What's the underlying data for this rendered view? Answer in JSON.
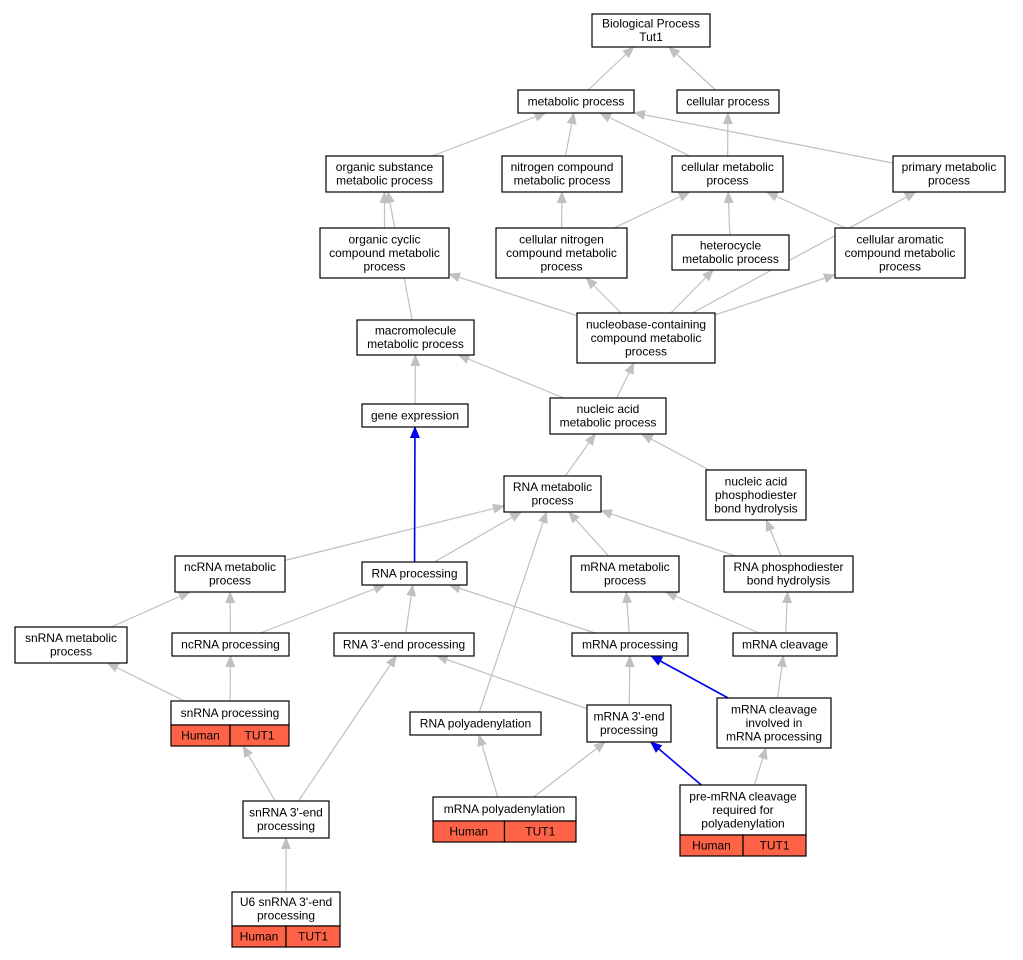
{
  "colors": {
    "edge_gray": "#c0c0c0",
    "edge_blue": "#0000ee",
    "annotation_fill": "#ff6347",
    "node_fill": "#ffffff",
    "node_stroke": "#000000"
  },
  "nodes": [
    {
      "id": "biological-process",
      "lines": [
        "Biological Process",
        "Tut1"
      ]
    },
    {
      "id": "metabolic-process",
      "lines": [
        "metabolic process"
      ]
    },
    {
      "id": "cellular-process",
      "lines": [
        "cellular process"
      ]
    },
    {
      "id": "organic-substance-metabolic-process",
      "lines": [
        "organic substance",
        "metabolic process"
      ]
    },
    {
      "id": "nitrogen-compound-metabolic-process",
      "lines": [
        "nitrogen compound",
        "metabolic process"
      ]
    },
    {
      "id": "cellular-metabolic-process",
      "lines": [
        "cellular metabolic",
        "process"
      ]
    },
    {
      "id": "primary-metabolic-process",
      "lines": [
        "primary metabolic",
        "process"
      ]
    },
    {
      "id": "organic-cyclic-compound-metabolic-process",
      "lines": [
        "organic cyclic",
        "compound metabolic",
        "process"
      ]
    },
    {
      "id": "cellular-nitrogen-compound-metabolic-process",
      "lines": [
        "cellular nitrogen",
        "compound metabolic",
        "process"
      ]
    },
    {
      "id": "heterocycle-metabolic-process",
      "lines": [
        "heterocycle",
        "metabolic process"
      ]
    },
    {
      "id": "cellular-aromatic-compound-metabolic-process",
      "lines": [
        "cellular aromatic",
        "compound metabolic",
        "process"
      ]
    },
    {
      "id": "macromolecule-metabolic-process",
      "lines": [
        "macromolecule",
        "metabolic process"
      ]
    },
    {
      "id": "nucleobase-containing-compound-metabolic-process",
      "lines": [
        "nucleobase-containing",
        "compound metabolic",
        "process"
      ]
    },
    {
      "id": "gene-expression",
      "lines": [
        "gene expression"
      ]
    },
    {
      "id": "nucleic-acid-metabolic-process",
      "lines": [
        "nucleic acid",
        "metabolic process"
      ]
    },
    {
      "id": "rna-metabolic-process",
      "lines": [
        "RNA metabolic",
        "process"
      ]
    },
    {
      "id": "nucleic-acid-phosphodiester-bond-hydrolysis",
      "lines": [
        "nucleic acid",
        "phosphodiester",
        "bond hydrolysis"
      ]
    },
    {
      "id": "ncrna-metabolic-process",
      "lines": [
        "ncRNA metabolic",
        "process"
      ]
    },
    {
      "id": "rna-processing",
      "lines": [
        "RNA processing"
      ]
    },
    {
      "id": "mrna-metabolic-process",
      "lines": [
        "mRNA metabolic",
        "process"
      ]
    },
    {
      "id": "rna-phosphodiester-bond-hydrolysis",
      "lines": [
        "RNA phosphodiester",
        "bond hydrolysis"
      ]
    },
    {
      "id": "snrna-metabolic-process",
      "lines": [
        "snRNA metabolic",
        "process"
      ]
    },
    {
      "id": "ncrna-processing",
      "lines": [
        "ncRNA processing"
      ]
    },
    {
      "id": "rna-3-end-processing",
      "lines": [
        "RNA 3'-end processing"
      ]
    },
    {
      "id": "mrna-processing",
      "lines": [
        "mRNA processing"
      ]
    },
    {
      "id": "mrna-cleavage",
      "lines": [
        "mRNA cleavage"
      ]
    },
    {
      "id": "snrna-processing",
      "lines": [
        "snRNA processing"
      ],
      "annotation": [
        "Human",
        "TUT1"
      ]
    },
    {
      "id": "rna-polyadenylation",
      "lines": [
        "RNA polyadenylation"
      ]
    },
    {
      "id": "mrna-3-end-processing",
      "lines": [
        "mRNA 3'-end",
        "processing"
      ]
    },
    {
      "id": "mrna-cleavage-involved-in-mrna-processing",
      "lines": [
        "mRNA cleavage",
        "involved in",
        "mRNA processing"
      ]
    },
    {
      "id": "snrna-3-end-processing",
      "lines": [
        "snRNA 3'-end",
        "processing"
      ]
    },
    {
      "id": "mrna-polyadenylation",
      "lines": [
        "mRNA polyadenylation"
      ],
      "annotation": [
        "Human",
        "TUT1"
      ]
    },
    {
      "id": "pre-mrna-cleavage-required-for-polyadenylation",
      "lines": [
        "pre-mRNA cleavage",
        "required for",
        "polyadenylation"
      ],
      "annotation": [
        "Human",
        "TUT1"
      ]
    },
    {
      "id": "u6-snrna-3-end-processing",
      "lines": [
        "U6 snRNA 3'-end",
        "processing"
      ],
      "annotation": [
        "Human",
        "TUT1"
      ]
    }
  ],
  "edges": [
    {
      "from": "metabolic-process",
      "to": "biological-process",
      "color": "gray"
    },
    {
      "from": "cellular-process",
      "to": "biological-process",
      "color": "gray"
    },
    {
      "from": "organic-substance-metabolic-process",
      "to": "metabolic-process",
      "color": "gray"
    },
    {
      "from": "nitrogen-compound-metabolic-process",
      "to": "metabolic-process",
      "color": "gray"
    },
    {
      "from": "cellular-metabolic-process",
      "to": "metabolic-process",
      "color": "gray"
    },
    {
      "from": "cellular-metabolic-process",
      "to": "cellular-process",
      "color": "gray"
    },
    {
      "from": "primary-metabolic-process",
      "to": "metabolic-process",
      "color": "gray"
    },
    {
      "from": "organic-cyclic-compound-metabolic-process",
      "to": "organic-substance-metabolic-process",
      "color": "gray"
    },
    {
      "from": "cellular-nitrogen-compound-metabolic-process",
      "to": "nitrogen-compound-metabolic-process",
      "color": "gray"
    },
    {
      "from": "cellular-nitrogen-compound-metabolic-process",
      "to": "cellular-metabolic-process",
      "color": "gray"
    },
    {
      "from": "heterocycle-metabolic-process",
      "to": "cellular-metabolic-process",
      "color": "gray"
    },
    {
      "from": "cellular-aromatic-compound-metabolic-process",
      "to": "cellular-metabolic-process",
      "color": "gray"
    },
    {
      "from": "macromolecule-metabolic-process",
      "to": "organic-substance-metabolic-process",
      "color": "gray"
    },
    {
      "from": "nucleobase-containing-compound-metabolic-process",
      "to": "organic-cyclic-compound-metabolic-process",
      "color": "gray"
    },
    {
      "from": "nucleobase-containing-compound-metabolic-process",
      "to": "cellular-nitrogen-compound-metabolic-process",
      "color": "gray"
    },
    {
      "from": "nucleobase-containing-compound-metabolic-process",
      "to": "heterocycle-metabolic-process",
      "color": "gray"
    },
    {
      "from": "nucleobase-containing-compound-metabolic-process",
      "to": "cellular-aromatic-compound-metabolic-process",
      "color": "gray"
    },
    {
      "from": "nucleobase-containing-compound-metabolic-process",
      "to": "primary-metabolic-process",
      "color": "gray"
    },
    {
      "from": "gene-expression",
      "to": "macromolecule-metabolic-process",
      "color": "gray"
    },
    {
      "from": "nucleic-acid-metabolic-process",
      "to": "macromolecule-metabolic-process",
      "color": "gray"
    },
    {
      "from": "nucleic-acid-metabolic-process",
      "to": "nucleobase-containing-compound-metabolic-process",
      "color": "gray"
    },
    {
      "from": "rna-metabolic-process",
      "to": "nucleic-acid-metabolic-process",
      "color": "gray"
    },
    {
      "from": "nucleic-acid-phosphodiester-bond-hydrolysis",
      "to": "nucleic-acid-metabolic-process",
      "color": "gray"
    },
    {
      "from": "ncrna-metabolic-process",
      "to": "rna-metabolic-process",
      "color": "gray"
    },
    {
      "from": "rna-processing",
      "to": "rna-metabolic-process",
      "color": "gray"
    },
    {
      "from": "rna-processing",
      "to": "gene-expression",
      "color": "blue"
    },
    {
      "from": "mrna-metabolic-process",
      "to": "rna-metabolic-process",
      "color": "gray"
    },
    {
      "from": "rna-phosphodiester-bond-hydrolysis",
      "to": "rna-metabolic-process",
      "color": "gray"
    },
    {
      "from": "rna-phosphodiester-bond-hydrolysis",
      "to": "nucleic-acid-phosphodiester-bond-hydrolysis",
      "color": "gray"
    },
    {
      "from": "rna-polyadenylation",
      "to": "rna-metabolic-process",
      "color": "gray"
    },
    {
      "from": "snrna-metabolic-process",
      "to": "ncrna-metabolic-process",
      "color": "gray"
    },
    {
      "from": "ncrna-processing",
      "to": "ncrna-metabolic-process",
      "color": "gray"
    },
    {
      "from": "ncrna-processing",
      "to": "rna-processing",
      "color": "gray"
    },
    {
      "from": "rna-3-end-processing",
      "to": "rna-processing",
      "color": "gray"
    },
    {
      "from": "mrna-processing",
      "to": "rna-processing",
      "color": "gray"
    },
    {
      "from": "mrna-processing",
      "to": "mrna-metabolic-process",
      "color": "gray"
    },
    {
      "from": "mrna-cleavage",
      "to": "mrna-metabolic-process",
      "color": "gray"
    },
    {
      "from": "mrna-cleavage",
      "to": "rna-phosphodiester-bond-hydrolysis",
      "color": "gray"
    },
    {
      "from": "snrna-processing",
      "to": "snrna-metabolic-process",
      "color": "gray"
    },
    {
      "from": "snrna-processing",
      "to": "ncrna-processing",
      "color": "gray"
    },
    {
      "from": "mrna-3-end-processing",
      "to": "rna-3-end-processing",
      "color": "gray"
    },
    {
      "from": "mrna-3-end-processing",
      "to": "mrna-processing",
      "color": "gray"
    },
    {
      "from": "mrna-cleavage-involved-in-mrna-processing",
      "to": "mrna-processing",
      "color": "blue"
    },
    {
      "from": "mrna-cleavage-involved-in-mrna-processing",
      "to": "mrna-cleavage",
      "color": "gray"
    },
    {
      "from": "snrna-3-end-processing",
      "to": "snrna-processing",
      "color": "gray"
    },
    {
      "from": "snrna-3-end-processing",
      "to": "rna-3-end-processing",
      "color": "gray"
    },
    {
      "from": "mrna-polyadenylation",
      "to": "rna-polyadenylation",
      "color": "gray"
    },
    {
      "from": "mrna-polyadenylation",
      "to": "mrna-3-end-processing",
      "color": "gray"
    },
    {
      "from": "pre-mrna-cleavage-required-for-polyadenylation",
      "to": "mrna-3-end-processing",
      "color": "blue"
    },
    {
      "from": "pre-mrna-cleavage-required-for-polyadenylation",
      "to": "mrna-cleavage-involved-in-mrna-processing",
      "color": "gray"
    },
    {
      "from": "u6-snrna-3-end-processing",
      "to": "snrna-3-end-processing",
      "color": "gray"
    }
  ]
}
